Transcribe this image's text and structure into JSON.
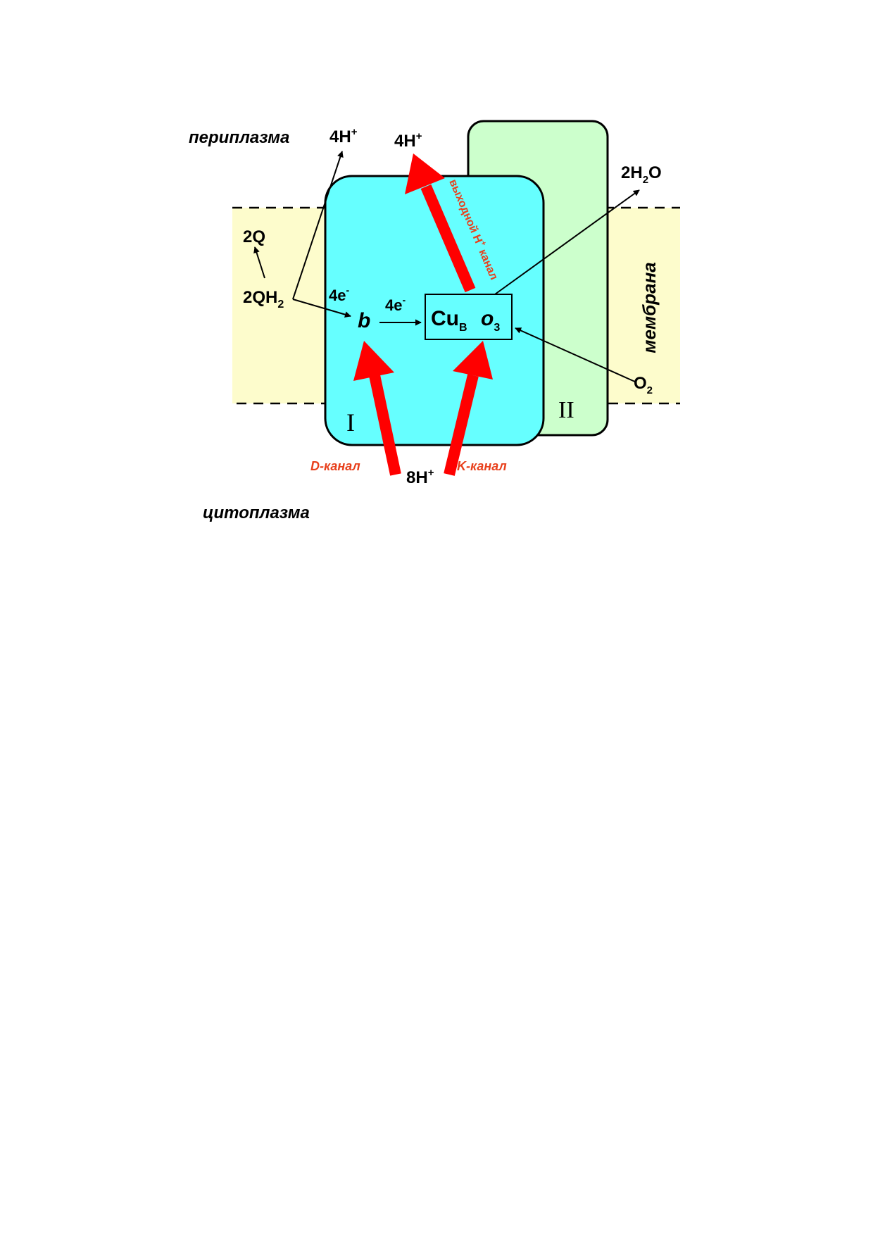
{
  "regions": {
    "periplasm": "периплазма",
    "cytoplasm": "цитоплазма",
    "membrane": "мембрана"
  },
  "subunits": {
    "one": "I",
    "two": "II"
  },
  "species": {
    "q2": "2Q",
    "qh2_main": "2QH",
    "qh2_sub": "2",
    "h4_left_main": "4H",
    "h4_left_sup": "+",
    "h4_right_main": "4H",
    "h4_right_sup": "+",
    "h8_main": "8H",
    "h8_sup": "+",
    "e_left_main": "4e",
    "e_left_sup": "-",
    "e_mid_main": "4e",
    "e_mid_sup": "-",
    "heme_b": "b",
    "cub_main": "Cu",
    "cub_sub": "B",
    "o3_main": "o",
    "o3_sub": "3",
    "water_pre": "2H",
    "water_sub": "2",
    "water_post": "O",
    "oxygen_main": "O",
    "oxygen_sub": "2"
  },
  "channels": {
    "d": "D-канал",
    "k": "K-канал",
    "exit_pre": "выходной H",
    "exit_sup": "+",
    "exit_post": " канал"
  },
  "colors": {
    "membrane_fill": "#fdfccc",
    "subunit1_fill": "#66ffff",
    "subunit2_fill": "#ccffcc",
    "proton_arrow": "#ff0000",
    "channel_label": "#e8401c"
  }
}
